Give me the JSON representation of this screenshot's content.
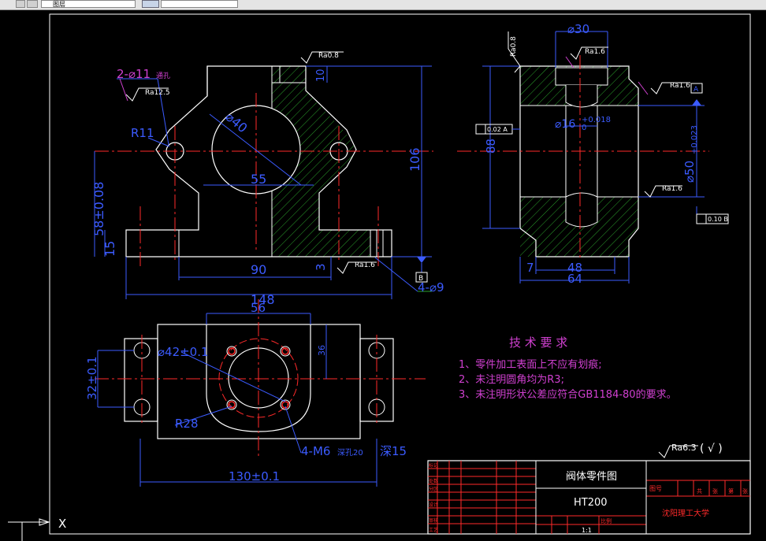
{
  "toolbar": {
    "layer_field": "图层"
  },
  "views": {
    "front": {
      "hole_callout": "2-⌀11",
      "hole_callout_suffix": "通孔",
      "ra_hole": "Ra12.5",
      "ra_top": "Ra0.8",
      "ra_base": "Ra1.6",
      "dim_bore": "⌀40",
      "dim_radius": "R11",
      "dim_55": "55",
      "dim_106": "106",
      "dim_10": "10",
      "dim_58": "58±0.08",
      "dim_15": "15",
      "dim_90": "90",
      "dim_148": "148",
      "dim_3": "3",
      "dim_holes": "4-⌀9",
      "datum_b": "B"
    },
    "side": {
      "ra_top": "Ra0.8",
      "ra_upper": "Ra1.6",
      "ra_right": "Ra1.6",
      "ra_mid": "Ra1.6",
      "dim_30": "⌀30",
      "dim_16": "⌀16",
      "dim_16_tol_upper": "+0.018",
      "dim_16_tol_lower": "0",
      "dim_88": "88",
      "dim_50": "⌀50",
      "dim_50_tol": "+0.023",
      "dim_7": "7",
      "dim_48": "48",
      "dim_64": "64",
      "datum_a": "A",
      "gtol_left": "0.02 A",
      "gtol_right": "0.10 B"
    },
    "top": {
      "dim_56": "56",
      "dim_36": "36",
      "dim_42": "⌀42±0.1",
      "dim_32": "32±0.1",
      "dim_r28": "R28",
      "dim_130": "130±0.1",
      "dim_threads": "4-M6",
      "dim_threads_depth": "深孔20",
      "dim_threads_tail": "深15"
    }
  },
  "tech_requirements": {
    "heading": "技 术 要 求",
    "items": [
      "1、零件加工表面上不应有划痕;",
      "2、未注明圆角均为R3;",
      "3、未注明形状公差应符合GB1184-80的要求。"
    ]
  },
  "general_roughness": {
    "value": "Ra6.3",
    "mark": "(  √  )"
  },
  "title_block": {
    "part_name": "阀体零件图",
    "material": "HT200",
    "school": "沈阳理工大学",
    "scale_label": "比例",
    "scale_value": "1:1",
    "left_labels": [
      "标记",
      "处数",
      "分区",
      "设计",
      "审核",
      "工艺"
    ],
    "serial_label": "图号",
    "right_cells": [
      "共",
      "张",
      "第",
      "张"
    ]
  },
  "ucs": {
    "x_label": "X"
  }
}
